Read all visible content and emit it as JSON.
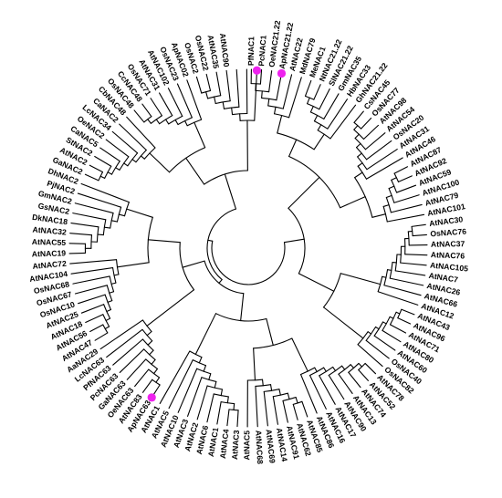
{
  "colors": {
    "branch": "#000000",
    "marker": "#ee22ee",
    "text": "#000000"
  },
  "leaves": [
    "PfNAC1",
    "PcNAC1",
    "OeNAC21.22",
    "ApNAC21.22",
    "AtNAC22",
    "MdNAC79",
    "MeNAC1",
    "NtNAC21.22",
    "SlNAC21.22",
    "GmNAC35",
    "HbNAC33",
    "GhNAC21.22",
    "CsNAC45",
    "OsNAC77",
    "AtNAC98",
    "AtNAC54",
    "OsNAC20",
    "AtNAC31",
    "AtNAC46",
    "AtNAC87",
    "AtNAC92",
    "AtNAC59",
    "AtNAC100",
    "AtNAC79",
    "AtNAC101",
    "AtNAC30",
    "OsNAC76",
    "AtNAC37",
    "AtNAC76",
    "AtNAC105",
    "AtNAC7",
    "AtNAC26",
    "AtNAC66",
    "AtNAC12",
    "AtNAC43",
    "AtNAC96",
    "AtNAC71",
    "AtNAC80",
    "AtNAC60",
    "OsNAC40",
    "OsNAC82",
    "AtNAC78",
    "AtNAC52",
    "AtNAC74",
    "AtNAC13",
    "AtNAC90",
    "AtNAC17",
    "AtNAC16",
    "AtNAC86",
    "AtNAC85",
    "AtNAC62",
    "AtNAC91",
    "AtNAC14",
    "AtNAC69",
    "AtNAC68",
    "AtNAC5",
    "AtNAC3",
    "AtNAC4",
    "AtNAC1",
    "AtNAC6",
    "AtNAC2",
    "AtNAC3",
    "AtNAC10",
    "AtNAC5",
    "AtNAC1",
    "ApNAC63",
    "AtNAC83",
    "OeNAC63",
    "GaNAC63",
    "PcNAC63",
    "PfNAC63",
    "LcNAC63",
    "AaNAC29",
    "AtNAC47",
    "AtNAC56",
    "AtNAC18",
    "AtNAC25",
    "OsNAC10",
    "OsNAC67",
    "OsNAC68",
    "AtNAC104",
    "AtNAC72",
    "AtNAC19",
    "AtNAC55",
    "AtNAC32",
    "DkNAC18",
    "GsNAC2",
    "GmNAC2",
    "PjNAC2",
    "DhNAC2",
    "GaNAC2",
    "AtNAC2",
    "StNAC2",
    "CaNAC5",
    "OeNAC2",
    "LcNAC34",
    "CaNAC2",
    "CbNAC48",
    "OsNAC48",
    "CcNAC48",
    "OsNAC71",
    "AtNAC31",
    "AtNAC102",
    "OsNAC23",
    "ApNAC02",
    "OsNAC2",
    "OsNAC22",
    "AtNAC35",
    "AtNAC90"
  ],
  "markers": [
    {
      "leaf": 3
    },
    {
      "leaf": 65
    },
    {
      "leaf": 111
    }
  ]
}
